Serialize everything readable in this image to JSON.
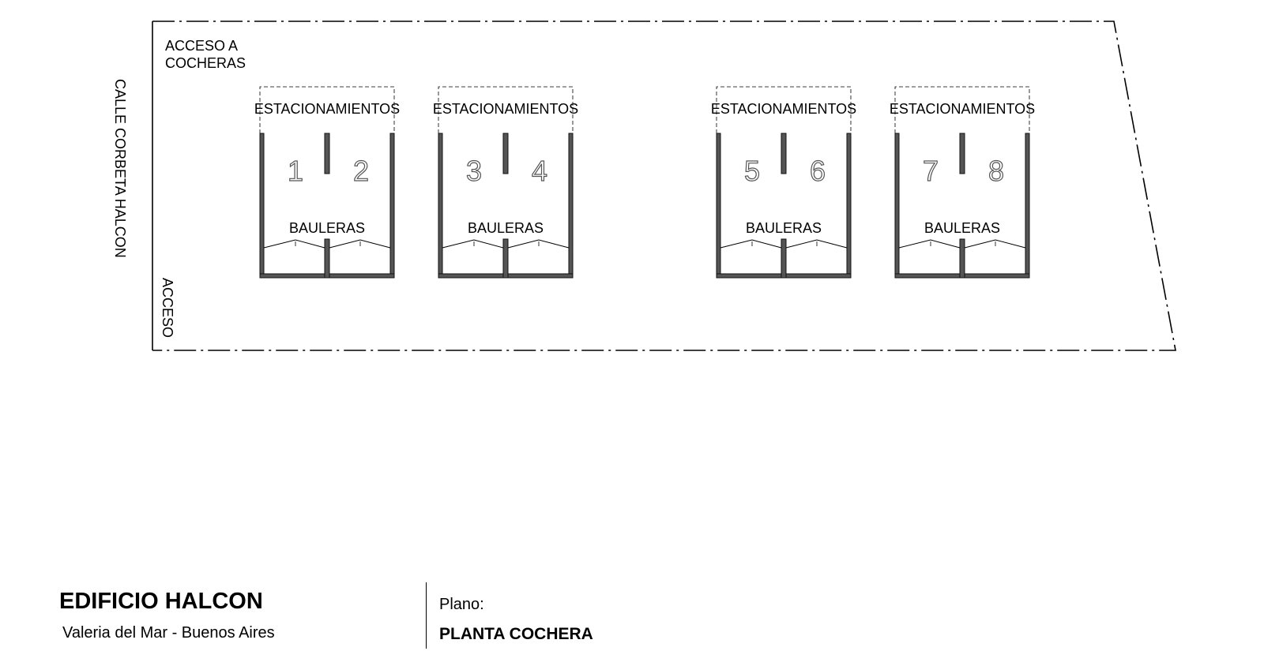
{
  "drawing": {
    "street_name": "CALLE CORBETA HALCON",
    "garage_access": "ACCESO A\nCOCHERAS",
    "access": "ACCESO",
    "modules": [
      {
        "parking_label": "ESTACIONAMIENTOS",
        "storage_label": "BAULERAS",
        "spaces": [
          "1",
          "2"
        ]
      },
      {
        "parking_label": "ESTACIONAMIENTOS",
        "storage_label": "BAULERAS",
        "spaces": [
          "3",
          "4"
        ]
      },
      {
        "parking_label": "ESTACIONAMIENTOS",
        "storage_label": "BAULERAS",
        "spaces": [
          "5",
          "6"
        ]
      },
      {
        "parking_label": "ESTACIONAMIENTOS",
        "storage_label": "BAULERAS",
        "spaces": [
          "7",
          "8"
        ]
      }
    ]
  },
  "title_block": {
    "project_name": "EDIFICIO HALCON",
    "project_location": "Valeria del Mar - Buenos Aires",
    "plan_label": "Plano:",
    "plan_name": "PLANTA COCHERA"
  }
}
